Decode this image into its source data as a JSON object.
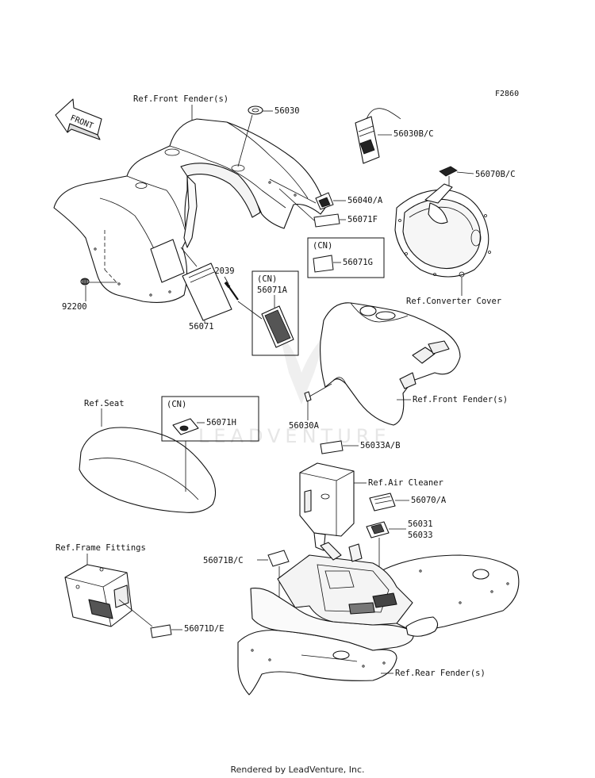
{
  "figure_code": "F2860",
  "front_arrow": "FRONT",
  "watermark": "LEADVENTURE",
  "footer": "Rendered by LeadVenture, Inc.",
  "labels": {
    "ref_front_fender_top": "Ref.Front Fender(s)",
    "p56030": "56030",
    "p56030bc": "56030B/C",
    "p56070bc": "56070B/C",
    "p56040a": "56040/A",
    "p56071f": "56071F",
    "cn1": "(CN)",
    "p56071g": "56071G",
    "ref_converter_cover": "Ref.Converter Cover",
    "p92039": "92039",
    "cn2": "(CN)",
    "p56071a": "56071A",
    "p92200": "92200",
    "p56071": "56071",
    "ref_front_fender_mid": "Ref.Front Fender(s)",
    "p56030a": "56030A",
    "ref_seat": "Ref.Seat",
    "cn3": "(CN)",
    "p56071h": "56071H",
    "p56033ab": "56033A/B",
    "ref_air_cleaner": "Ref.Air Cleaner",
    "p56070a": "56070/A",
    "p56031": "56031",
    "p56033": "56033",
    "ref_frame_fittings": "Ref.Frame Fittings",
    "p56071bc": "56071B/C",
    "p56071de": "56071D/E",
    "ref_rear_fender": "Ref.Rear Fender(s)"
  }
}
